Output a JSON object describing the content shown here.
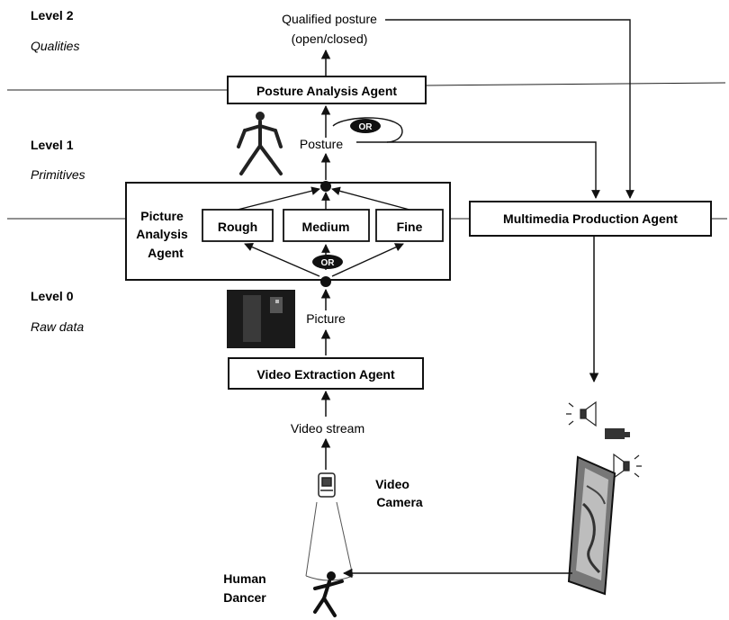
{
  "levels": {
    "level2": {
      "title": "Level 2",
      "subtitle": "Qualities"
    },
    "level1": {
      "title": "Level 1",
      "subtitle": "Primitives"
    },
    "level0": {
      "title": "Level 0",
      "subtitle": "Raw data"
    }
  },
  "flow_labels": {
    "qualified_posture_line1": "Qualified posture",
    "qualified_posture_line2": "(open/closed)",
    "posture": "Posture",
    "picture": "Picture",
    "video_stream": "Video stream",
    "or_top": "OR",
    "or_bottom": "OR"
  },
  "agents": {
    "posture_analysis": "Posture Analysis Agent",
    "picture_analysis_line1": "Picture",
    "picture_analysis_line2": "Analysis",
    "picture_analysis_line3": "Agent",
    "rough": "Rough",
    "medium": "Medium",
    "fine": "Fine",
    "video_extraction": "Video Extraction Agent",
    "multimedia_production": "Multimedia Production Agent"
  },
  "actors": {
    "camera_line1": "Video",
    "camera_line2": "Camera",
    "dancer_line1": "Human",
    "dancer_line2": "Dancer"
  }
}
